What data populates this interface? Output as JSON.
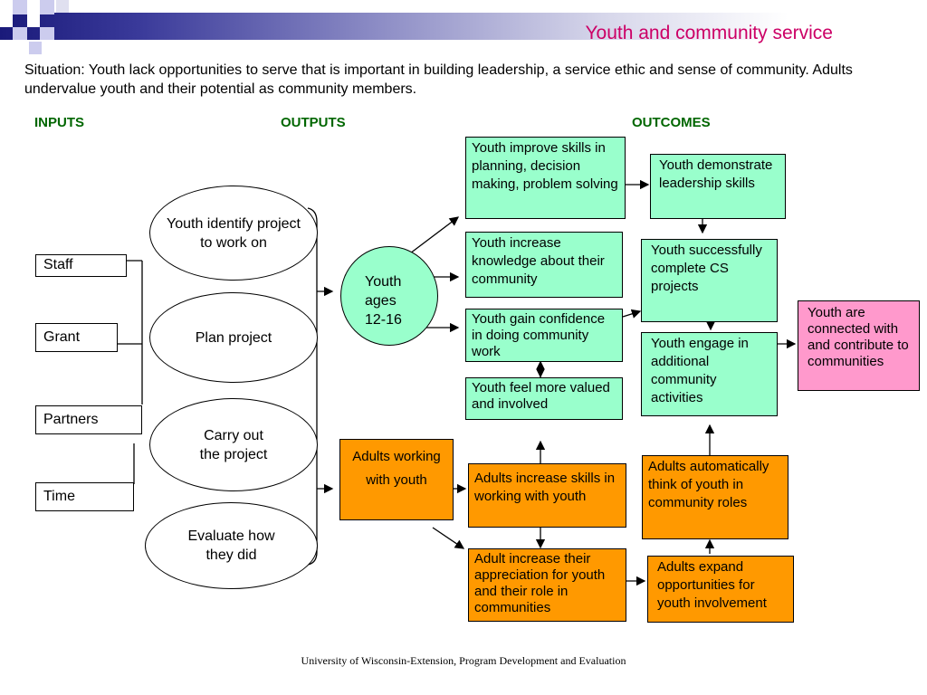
{
  "title": "Youth and community service",
  "situation": "Situation: Youth lack opportunities to serve that is important in building leadership, a service ethic and sense of community.  Adults undervalue youth and their potential as community members.",
  "headers": {
    "inputs": "INPUTS",
    "outputs": "OUTPUTS",
    "outcomes": "OUTCOMES"
  },
  "inputs": {
    "staff": "Staff",
    "grant": "Grant",
    "partners": "Partners",
    "time": "Time"
  },
  "activities": {
    "identify": "Youth identify project to work on",
    "plan": "Plan project",
    "carry_out": "Carry out the project",
    "evaluate": "Evaluate how they did"
  },
  "participants": {
    "youth_l1": "Youth",
    "youth_l2": "ages",
    "youth_l3": "12-16",
    "adults": "Adults working with youth"
  },
  "outcomes": {
    "youth_skills": "Youth improve skills in planning,  decision making, problem solving",
    "youth_knowledge": "Youth increase knowledge  about their community",
    "youth_confidence": "Youth gain confidence in doing community work",
    "youth_valued": "Youth feel more valued and involved",
    "youth_leadership": "Youth demonstrate leadership skills",
    "youth_complete": "Youth successfully complete CS projects",
    "youth_engage": "Youth engage in additional community activities",
    "youth_connected": "Youth are connected with and contribute to communities",
    "adults_skills": "Adults increase skills in working with youth",
    "adults_appreciation": "Adult increase their appreciation for youth and their role in communities",
    "adults_think": "Adults automatically think of youth in community roles",
    "adults_expand": "Adults expand opportunities for youth involvement"
  },
  "footer": "University of Wisconsin-Extension, Program Development and Evaluation",
  "colors": {
    "title": "#cc0066",
    "headers": "#006600",
    "green": "#99ffcc",
    "orange": "#ff9900",
    "pink": "#ff99cc"
  }
}
